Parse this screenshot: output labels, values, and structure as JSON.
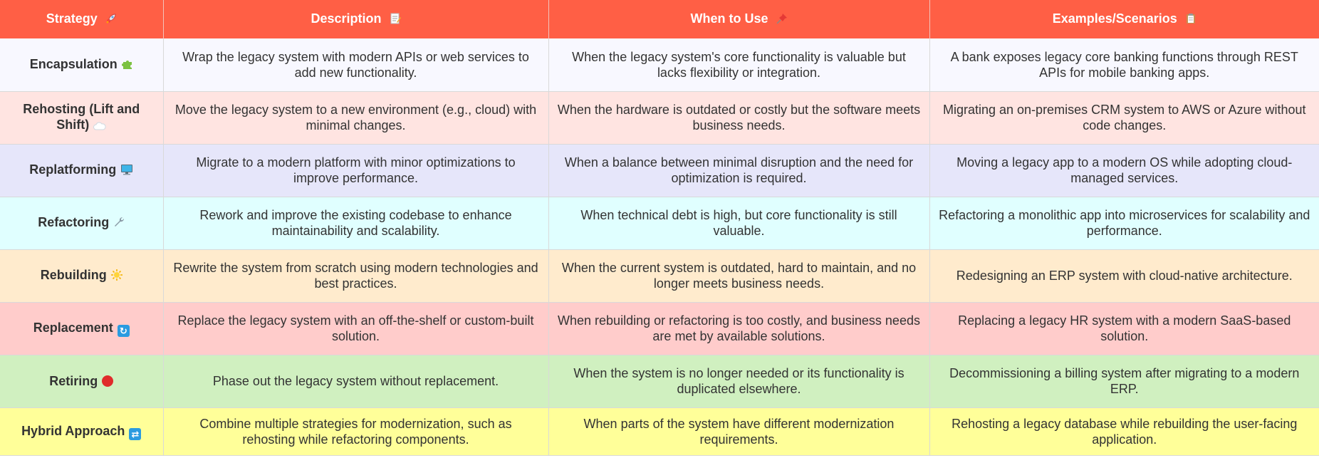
{
  "header": {
    "strategy": "Strategy",
    "description": "Description",
    "when": "When to Use",
    "examples": "Examples/Scenarios"
  },
  "header_icons": [
    "rocket-icon",
    "memo-icon",
    "pushpin-icon",
    "clipboard-icon"
  ],
  "rows": [
    {
      "strategy": "Encapsulation",
      "icon": "puzzle-icon",
      "bg": "#f8f8ff",
      "description": "Wrap the legacy system with modern APIs or web services to add new functionality.",
      "when": "When the legacy system's core functionality is valuable but lacks flexibility or integration.",
      "example": "A bank exposes legacy core banking functions through REST APIs for mobile banking apps."
    },
    {
      "strategy": "Rehosting (Lift and Shift)",
      "icon": "cloud-icon",
      "bg": "#ffe4e1",
      "description": "Move the legacy system to a new environment (e.g., cloud) with minimal changes.",
      "when": "When the hardware is outdated or costly but the software meets business needs.",
      "example": "Migrating an on-premises CRM system to AWS or Azure without code changes."
    },
    {
      "strategy": "Replatforming",
      "icon": "desktop-icon",
      "bg": "#e6e6fa",
      "description": "Migrate to a modern platform with minor optimizations to improve performance.",
      "when": "When a balance between minimal disruption and the need for optimization is required.",
      "example": "Moving a legacy app to a modern OS while adopting cloud-managed services."
    },
    {
      "strategy": "Refactoring",
      "icon": "wrench-icon",
      "bg": "#e0ffff",
      "description": "Rework and improve the existing codebase to enhance maintainability and scalability.",
      "when": "When technical debt is high, but core functionality is still valuable.",
      "example": "Refactoring a monolithic app into microservices for scalability and performance."
    },
    {
      "strategy": "Rebuilding",
      "icon": "sun-icon",
      "bg": "#ffebcd",
      "description": "Rewrite the system from scratch using modern technologies and best practices.",
      "when": "When the current system is outdated, hard to maintain, and no longer meets business needs.",
      "example": "Redesigning an ERP system with cloud-native architecture."
    },
    {
      "strategy": "Replacement",
      "icon": "refresh-icon",
      "bg": "#ffcccb",
      "description": "Replace the legacy system with an off-the-shelf or custom-built solution.",
      "when": "When rebuilding or refactoring is too costly, and business needs are met by available solutions.",
      "example": "Replacing a legacy HR system with a modern SaaS-based solution."
    },
    {
      "strategy": "Retiring",
      "icon": "red-circle-icon",
      "bg": "#d0f0c0",
      "description": "Phase out the legacy system without replacement.",
      "when": "When the system is no longer needed or its functionality is duplicated elsewhere.",
      "example": "Decommissioning a billing system after migrating to a modern ERP."
    },
    {
      "strategy": "Hybrid Approach",
      "icon": "shuffle-icon",
      "bg": "#ffff99",
      "description": "Combine multiple strategies for modernization, such as rehosting while refactoring components.",
      "when": "When parts of the system have different modernization requirements.",
      "example": "Rehosting a legacy database while rebuilding the user-facing application."
    }
  ]
}
